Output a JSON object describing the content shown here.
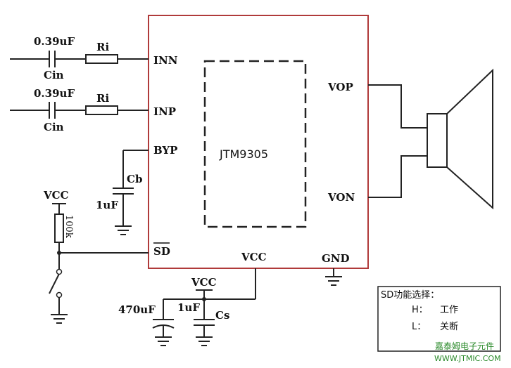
{
  "chip": {
    "name": "JTM9305",
    "pins_left": {
      "inn": "INN",
      "inp": "INP",
      "byp": "BYP",
      "sd": "SD"
    },
    "pins_right": {
      "vop": "VOP",
      "von": "VON"
    },
    "pins_bottom": {
      "vcc": "VCC",
      "gnd": "GND"
    },
    "border_color": "#b03a3a"
  },
  "inputs": {
    "top": {
      "cap_value": "0.39uF",
      "cap_name": "Cin",
      "res_name": "Ri"
    },
    "bottom": {
      "cap_value": "0.39uF",
      "cap_name": "Cin",
      "res_name": "Ri"
    }
  },
  "bypass": {
    "cap_name": "Cb",
    "cap_value": "1uF"
  },
  "shutdown": {
    "supply": "VCC",
    "resistor": "100k"
  },
  "supply": {
    "label": "VCC",
    "bulk_cap": "470uF",
    "dec_cap": "1uF",
    "dec_name": "Cs"
  },
  "note": {
    "title": "SD功能选择：",
    "line_h_key": "H：",
    "line_h_val": "工作",
    "line_l_key": "L：",
    "line_l_val": "关断"
  },
  "watermark": {
    "cn": "嘉泰姆电子元件",
    "url": "WWW.JTMIC.COM"
  }
}
